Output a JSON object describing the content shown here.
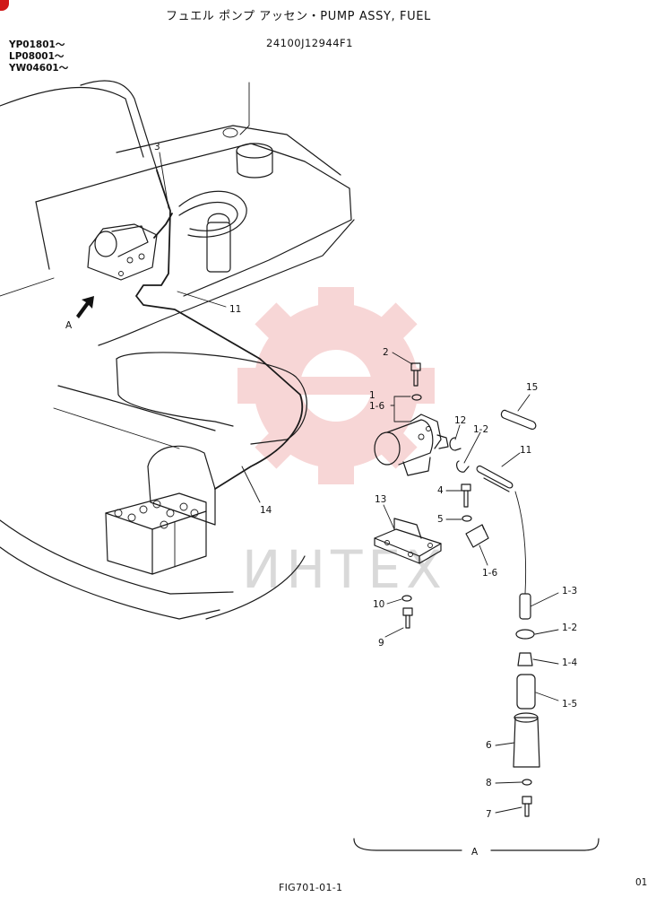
{
  "header": {
    "title": "フュエル ポンプ アッセン・PUMP ASSY, FUEL",
    "part_number": "24100J12944F1",
    "serial_ranges": [
      "YP01801～",
      "LP08001～",
      "YW04601～"
    ]
  },
  "watermark": {
    "text": "ИНТЕХ",
    "color": "#f2b5b5"
  },
  "view_label": "A",
  "callouts": {
    "c3": "3",
    "c11a": "11",
    "c2": "2",
    "c1": "1",
    "c16a": "1-6",
    "c15": "15",
    "c12": "12",
    "c12b": "1-2",
    "c11b": "11",
    "c4": "4",
    "c5": "5",
    "c13": "13",
    "c16b": "1-6",
    "c14": "14",
    "c10": "10",
    "c9": "9",
    "c13b": "1-3",
    "c12c": "1-2",
    "c14b": "1-4",
    "c15b": "1-5",
    "c6": "6",
    "c8": "8",
    "c7": "7"
  },
  "footer": {
    "figure": "FIG701-01-1",
    "page": "01"
  }
}
